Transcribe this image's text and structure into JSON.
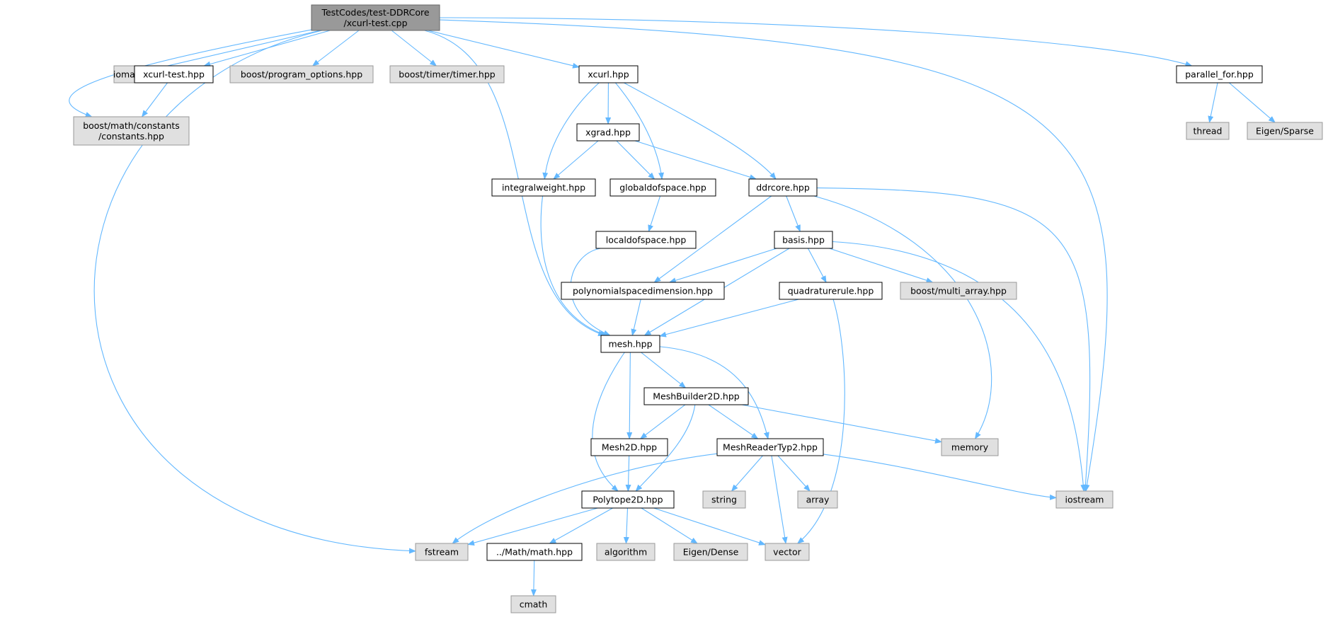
{
  "colors": {
    "edge": "#63b8ff",
    "root_fill": "#999999",
    "root_stroke": "#666666",
    "internal_fill": "#ffffff",
    "internal_stroke": "#000000",
    "external_fill": "#e0e0e0",
    "external_stroke": "#999999"
  },
  "nodes": {
    "root": {
      "lines": [
        "TestCodes/test-DDRCore",
        "/xcurl-test.cpp"
      ],
      "kind": "root"
    },
    "iomanip": {
      "lines": [
        "iomanip"
      ],
      "kind": "external"
    },
    "xcurl_test_hpp": {
      "lines": [
        "xcurl-test.hpp"
      ],
      "kind": "internal"
    },
    "program_options": {
      "lines": [
        "boost/program_options.hpp"
      ],
      "kind": "external"
    },
    "timer": {
      "lines": [
        "boost/timer/timer.hpp"
      ],
      "kind": "external"
    },
    "xcurl_hpp": {
      "lines": [
        "xcurl.hpp"
      ],
      "kind": "internal"
    },
    "parallel_for": {
      "lines": [
        "parallel_for.hpp"
      ],
      "kind": "internal"
    },
    "constants": {
      "lines": [
        "boost/math/constants",
        "/constants.hpp"
      ],
      "kind": "external"
    },
    "thread": {
      "lines": [
        "thread"
      ],
      "kind": "external"
    },
    "eigen_sparse": {
      "lines": [
        "Eigen/Sparse"
      ],
      "kind": "external"
    },
    "xgrad": {
      "lines": [
        "xgrad.hpp"
      ],
      "kind": "internal"
    },
    "integralweight": {
      "lines": [
        "integralweight.hpp"
      ],
      "kind": "internal"
    },
    "globaldofspace": {
      "lines": [
        "globaldofspace.hpp"
      ],
      "kind": "internal"
    },
    "ddrcore": {
      "lines": [
        "ddrcore.hpp"
      ],
      "kind": "internal"
    },
    "localdofspace": {
      "lines": [
        "localdofspace.hpp"
      ],
      "kind": "internal"
    },
    "basis": {
      "lines": [
        "basis.hpp"
      ],
      "kind": "internal"
    },
    "polyspacedim": {
      "lines": [
        "polynomialspacedimension.hpp"
      ],
      "kind": "internal"
    },
    "quadraturerule": {
      "lines": [
        "quadraturerule.hpp"
      ],
      "kind": "internal"
    },
    "multi_array": {
      "lines": [
        "boost/multi_array.hpp"
      ],
      "kind": "external"
    },
    "mesh": {
      "lines": [
        "mesh.hpp"
      ],
      "kind": "internal"
    },
    "meshbuilder": {
      "lines": [
        "MeshBuilder2D.hpp"
      ],
      "kind": "internal"
    },
    "mesh2d": {
      "lines": [
        "Mesh2D.hpp"
      ],
      "kind": "internal"
    },
    "meshreader": {
      "lines": [
        "MeshReaderTyp2.hpp"
      ],
      "kind": "internal"
    },
    "memory": {
      "lines": [
        "memory"
      ],
      "kind": "external"
    },
    "polytope": {
      "lines": [
        "Polytope2D.hpp"
      ],
      "kind": "internal"
    },
    "string": {
      "lines": [
        "string"
      ],
      "kind": "external"
    },
    "array": {
      "lines": [
        "array"
      ],
      "kind": "external"
    },
    "iostream": {
      "lines": [
        "iostream"
      ],
      "kind": "external"
    },
    "fstream": {
      "lines": [
        "fstream"
      ],
      "kind": "external"
    },
    "mathhpp": {
      "lines": [
        "../Math/math.hpp"
      ],
      "kind": "internal"
    },
    "algorithm": {
      "lines": [
        "algorithm"
      ],
      "kind": "external"
    },
    "eigen_dense": {
      "lines": [
        "Eigen/Dense"
      ],
      "kind": "external"
    },
    "vector": {
      "lines": [
        "vector"
      ],
      "kind": "external"
    },
    "cmath": {
      "lines": [
        "cmath"
      ],
      "kind": "external"
    }
  },
  "edges": [
    [
      "root",
      "iomanip"
    ],
    [
      "root",
      "xcurl_test_hpp"
    ],
    [
      "root",
      "program_options"
    ],
    [
      "root",
      "timer"
    ],
    [
      "root",
      "xcurl_hpp"
    ],
    [
      "root",
      "parallel_for"
    ],
    [
      "root",
      "constants"
    ],
    [
      "root",
      "fstream"
    ],
    [
      "root",
      "iostream"
    ],
    [
      "root",
      "mesh"
    ],
    [
      "xcurl_test_hpp",
      "constants"
    ],
    [
      "parallel_for",
      "thread"
    ],
    [
      "parallel_for",
      "eigen_sparse"
    ],
    [
      "xcurl_hpp",
      "xgrad"
    ],
    [
      "xcurl_hpp",
      "integralweight"
    ],
    [
      "xcurl_hpp",
      "globaldofspace"
    ],
    [
      "xcurl_hpp",
      "ddrcore"
    ],
    [
      "xgrad",
      "integralweight"
    ],
    [
      "xgrad",
      "globaldofspace"
    ],
    [
      "xgrad",
      "ddrcore"
    ],
    [
      "integralweight",
      "mesh"
    ],
    [
      "globaldofspace",
      "localdofspace"
    ],
    [
      "localdofspace",
      "mesh"
    ],
    [
      "ddrcore",
      "basis"
    ],
    [
      "ddrcore",
      "polyspacedim"
    ],
    [
      "ddrcore",
      "memory"
    ],
    [
      "ddrcore",
      "iostream"
    ],
    [
      "basis",
      "polyspacedim"
    ],
    [
      "basis",
      "quadraturerule"
    ],
    [
      "basis",
      "multi_array"
    ],
    [
      "basis",
      "mesh"
    ],
    [
      "basis",
      "iostream"
    ],
    [
      "polyspacedim",
      "mesh"
    ],
    [
      "quadraturerule",
      "mesh"
    ],
    [
      "quadraturerule",
      "vector"
    ],
    [
      "mesh",
      "meshbuilder"
    ],
    [
      "mesh",
      "mesh2d"
    ],
    [
      "mesh",
      "meshreader"
    ],
    [
      "mesh",
      "polytope"
    ],
    [
      "meshbuilder",
      "mesh2d"
    ],
    [
      "meshbuilder",
      "meshreader"
    ],
    [
      "meshbuilder",
      "polytope"
    ],
    [
      "meshbuilder",
      "memory"
    ],
    [
      "mesh2d",
      "polytope"
    ],
    [
      "meshreader",
      "string"
    ],
    [
      "meshreader",
      "array"
    ],
    [
      "meshreader",
      "vector"
    ],
    [
      "meshreader",
      "iostream"
    ],
    [
      "meshreader",
      "fstream"
    ],
    [
      "polytope",
      "fstream"
    ],
    [
      "polytope",
      "mathhpp"
    ],
    [
      "polytope",
      "algorithm"
    ],
    [
      "polytope",
      "eigen_dense"
    ],
    [
      "polytope",
      "vector"
    ],
    [
      "mathhpp",
      "cmath"
    ]
  ]
}
